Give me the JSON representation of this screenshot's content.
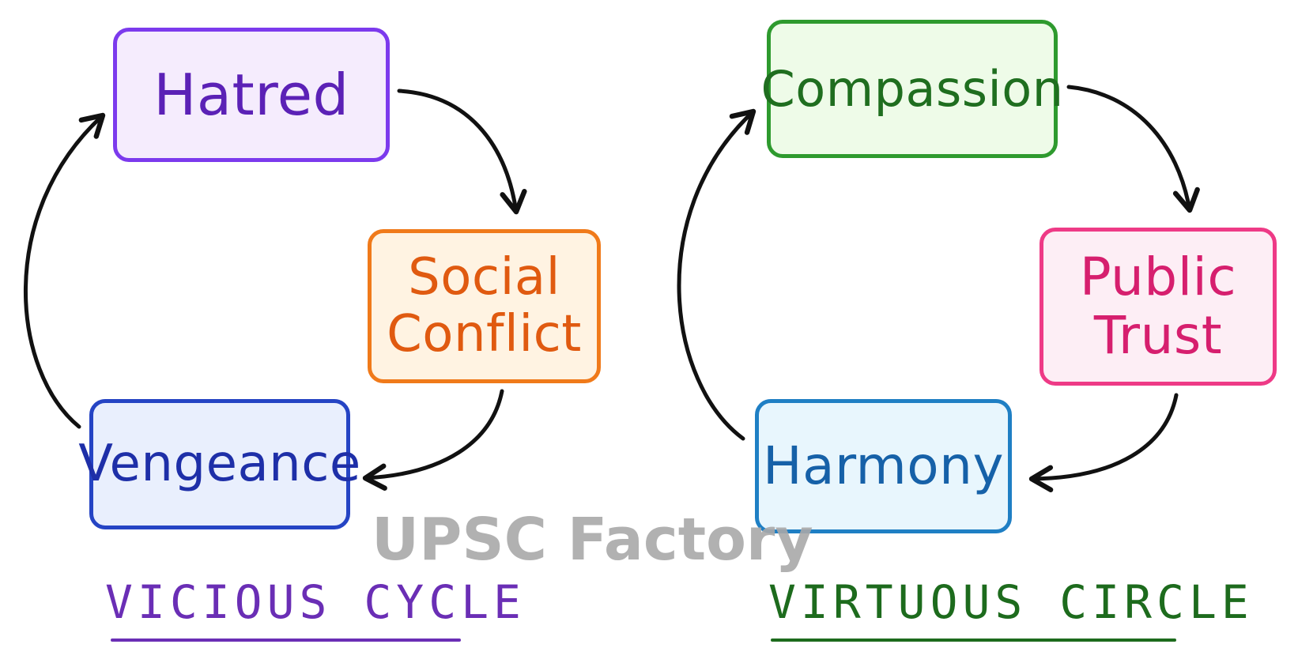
{
  "vicious": {
    "title": "VICIOUS CYCLE",
    "color": "#6a2eb5",
    "nodes": {
      "hatred": {
        "label": "Hatred",
        "text": "#5b21b6",
        "border": "#7c3aed",
        "fill": "#f5ecfd"
      },
      "conflict": {
        "label": "Social\nConflict",
        "text": "#e05a10",
        "border": "#f07a1a",
        "fill": "#fff3e2"
      },
      "vengeance": {
        "label": "Vengeance",
        "text": "#1e2fa8",
        "border": "#2544c4",
        "fill": "#e9effd"
      }
    }
  },
  "virtuous": {
    "title": "VIRTUOUS CIRCLE",
    "color": "#1d6b1d",
    "nodes": {
      "compassion": {
        "label": "Compassion",
        "text": "#1f6e1f",
        "border": "#2e9a2e",
        "fill": "#eefbe8"
      },
      "trust": {
        "label": "Public\nTrust",
        "text": "#d61f6e",
        "border": "#ee3a86",
        "fill": "#fdeef5"
      },
      "harmony": {
        "label": "Harmony",
        "text": "#1661a8",
        "border": "#1f7fc4",
        "fill": "#e8f6fd"
      }
    }
  },
  "watermark": "UPSC Factory",
  "arrow_color": "#111111"
}
